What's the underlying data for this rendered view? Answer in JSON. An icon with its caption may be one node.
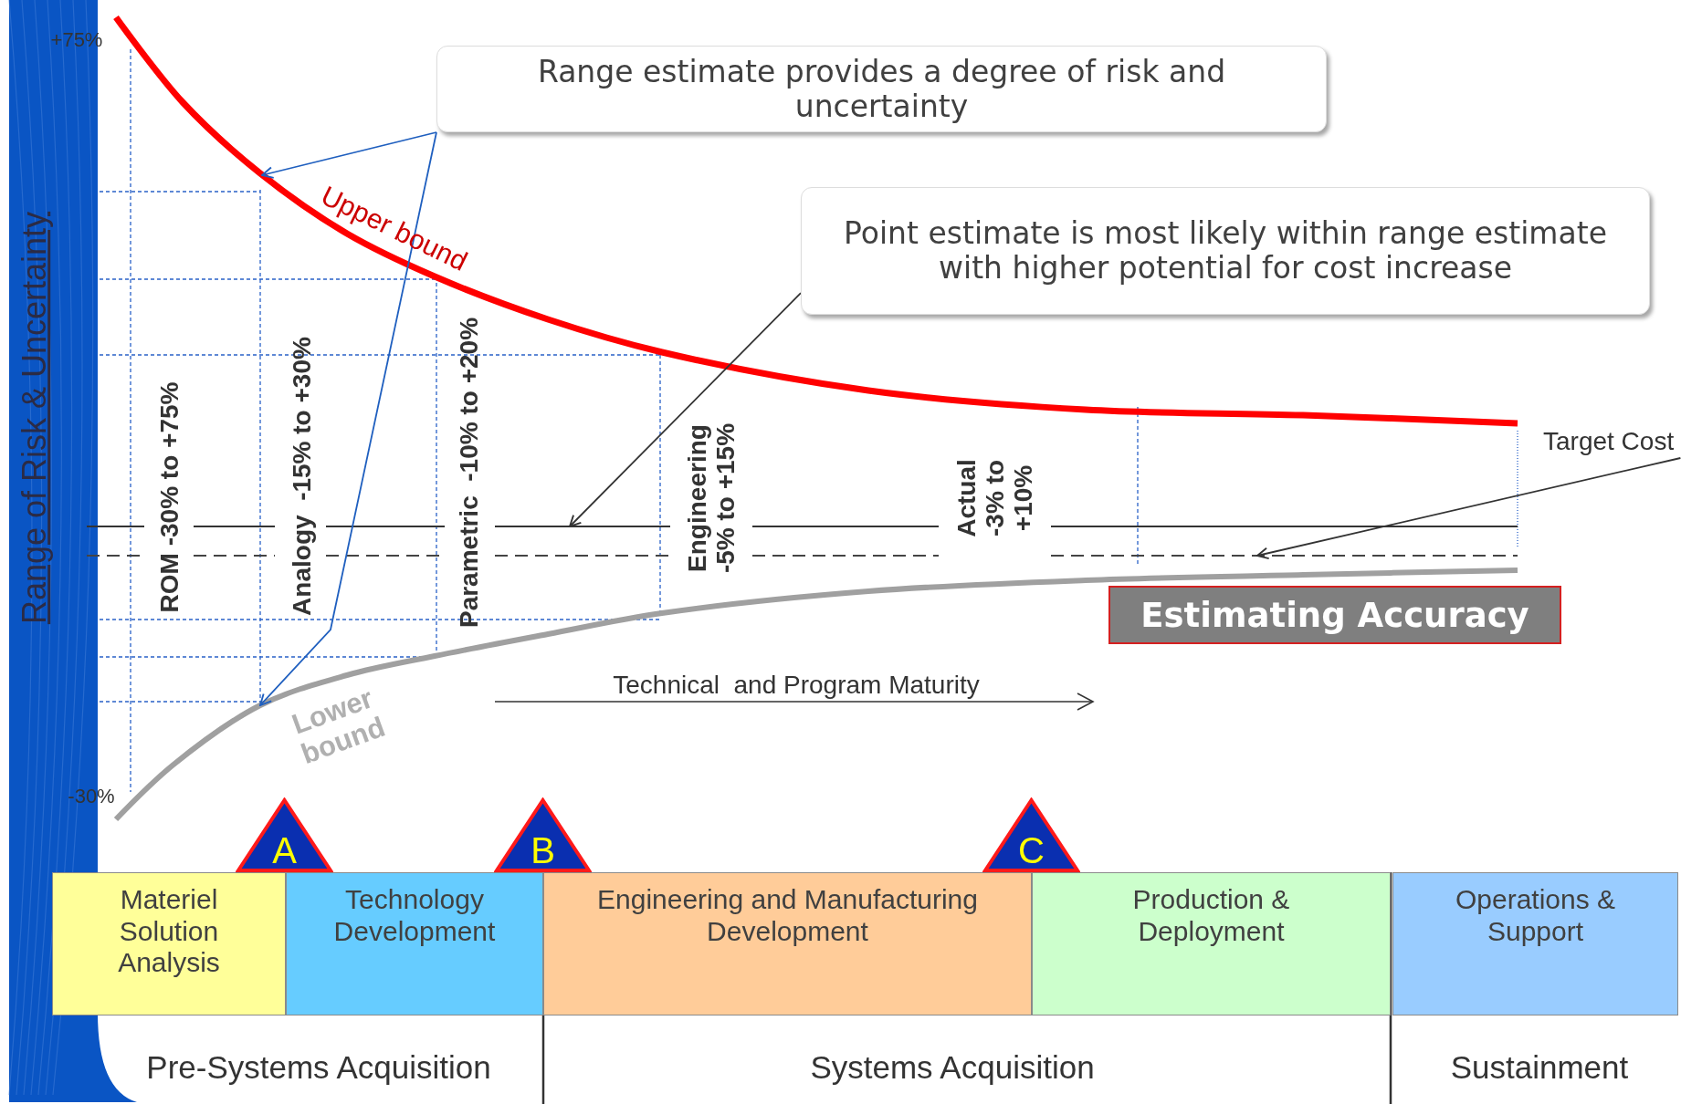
{
  "diagram": {
    "nodes": [
      {
        "text": [
          "Range estimate provides a degree of risk and uncertainty"
        ]
      },
      {
        "text": [
          "Point estimate is most likely within range estimate with higher potential for cost increase"
        ]
      },
      {
        "text": [
          "Target Cost"
        ]
      },
      {
        "text": [
          "Estimating Accuracy"
        ]
      },
      {
        "text": [
          "A"
        ]
      },
      {
        "text": [
          "B"
        ]
      },
      {
        "text": [
          "C"
        ]
      },
      {
        "text": [
          "Materiel Solution Analysis"
        ]
      },
      {
        "text": [
          "Technology Development"
        ]
      },
      {
        "text": [
          "Engineering and Manufacturing Development"
        ]
      },
      {
        "text": [
          "Production & Deployment"
        ]
      },
      {
        "text": [
          "Operations & Support"
        ]
      },
      {
        "text": [],
        "shape": "line"
      },
      {
        "text": [],
        "shape": "line"
      }
    ],
    "edges": [
      {
        "from": 0,
        "to": null,
        "arrow": "to",
        "color": "#1f5fbf"
      },
      {
        "from": 0,
        "to": null,
        "arrow": "to",
        "color": "#1f5fbf"
      },
      {
        "from": 1,
        "to": 12,
        "arrow": "to",
        "color": "#333333"
      },
      {
        "from": 2,
        "to": 13,
        "arrow": "to",
        "color": "#333333"
      }
    ],
    "labels": [
      "+75%",
      "Range of Risk & Uncertainty",
      "Upper bound",
      "ROM -30% to +75%",
      "Analogy  -15% to +30%",
      "Parametric  -10% to +20%",
      "Engineering -5% to +15%",
      "Actual -3% to +10%",
      "Lower bound",
      "-30%",
      "Technical  and Program Maturity",
      "Pre-Systems Acquisition",
      "Systems Acquisition",
      "Sustainment"
    ]
  }
}
